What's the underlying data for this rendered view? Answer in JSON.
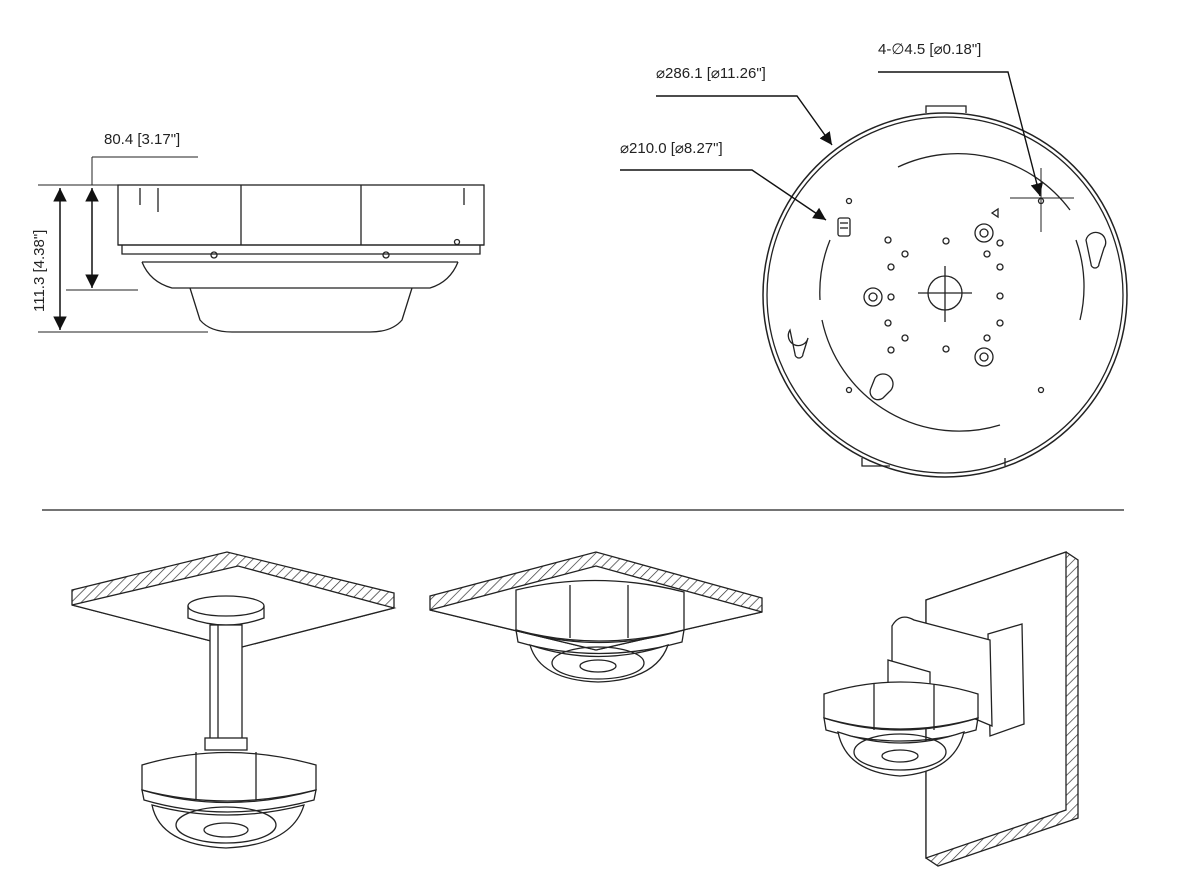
{
  "side_view": {
    "depth_label": "80.4 [3.17\"]",
    "height_label": "111.3 [4.38\"]"
  },
  "bottom_view": {
    "outer_diameter_label": "⌀286.1 [⌀11.26\"]",
    "bolt_circle_label": "⌀210.0 [⌀8.27\"]",
    "holes_label": "4-∅4.5 [⌀0.18\"]"
  },
  "colors": {
    "line": "#222222",
    "hatch": "#333333",
    "background": "#ffffff"
  },
  "installation_views": [
    "pendant-mount",
    "ceiling-mount",
    "wall-mount"
  ]
}
